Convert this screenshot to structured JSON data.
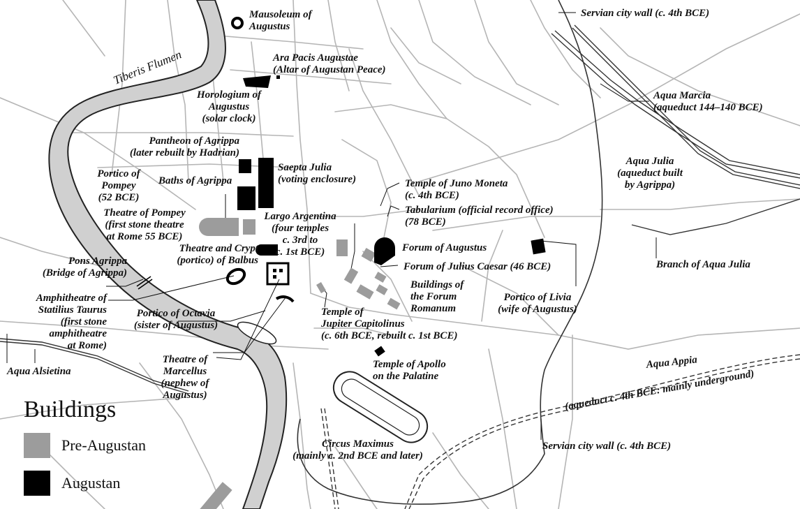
{
  "colors": {
    "pre_augustan": "#9c9c9c",
    "augustan": "#000000",
    "river": "#d0d0d0",
    "road": "#b5b5b5",
    "wall": "#333333"
  },
  "labels": {
    "mausoleum": "Mausoleum of\nAugustus",
    "ara_pacis": "Ara Pacis Augustae\n(Altar of Augustan Peace)",
    "horologium": "Horologium of\nAugustus\n(solar clock)",
    "pantheon": "Pantheon of Agrippa\n(later rebuilt by Hadrian)",
    "portico_pompey": "Portico of\nPompey\n(52 BCE)",
    "baths_agrippa": "Baths of Agrippa",
    "saepta_julia": "Saepta Julia\n(voting enclosure)",
    "theatre_pompey": "Theatre of Pompey\n(first stone theatre\nat Rome 55 BCE)",
    "largo_argentina": "Largo Argentina\n(four temples\nc. 3rd to\nc. 1st BCE)",
    "theatre_balbus": "Theatre and Crypt\n(portico) of Balbus",
    "pons_agrippa": "Pons Agrippa\n(Bridge of Agrippa)",
    "amphitheatre": "Amphitheatre of\nStatilius Taurus\n(first stone\namphitheatre\nat Rome)",
    "portico_octavia": "Portico of Octavia\n(sister of Augustus)",
    "aqua_alsietina": "Aqua Alsietina",
    "theatre_marcellus": "Theatre of\nMarcellus\n(nephew of\nAugustus)",
    "tiberis": "Tiberis Flumen",
    "juno_moneta": "Temple of Juno Moneta\n(c. 4th BCE)",
    "tabularium": "Tabularium (official record office)\n(78 BCE)",
    "forum_augustus": "Forum of Augustus",
    "forum_julius": "Forum of Julius Caesar (46 BCE)",
    "forum_romanum": "Buildings of\nthe Forum\nRomanum",
    "jupiter": "Temple of\nJupiter Capitolinus\n(c. 6th BCE, rebuilt c. 1st BCE)",
    "apollo": "Temple of Apollo\non the Palatine",
    "circus_maximus": "Circus Maximus\n(mainly c. 2nd BCE and later)",
    "portico_livia": "Portico of Livia\n(wife of Augustus)",
    "servian_top": "Servian city wall (c. 4th BCE)",
    "aqua_marcia": "Aqua Marcia\n(aqueduct 144–140 BCE)",
    "aqua_julia": "Aqua Julia\n(aqueduct built\nby Agrippa)",
    "branch_aqua_julia": "Branch of Aqua Julia",
    "aqua_appia_title": "Aqua Appia",
    "aqua_appia_note": "(aqueduct c. 4th BCE: mainly underground)",
    "servian_bottom": "Servian city wall (c. 4th BCE)"
  },
  "legend": {
    "title": "Buildings",
    "pre_augustan_label": "Pre-Augustan",
    "augustan_label": "Augustan"
  }
}
